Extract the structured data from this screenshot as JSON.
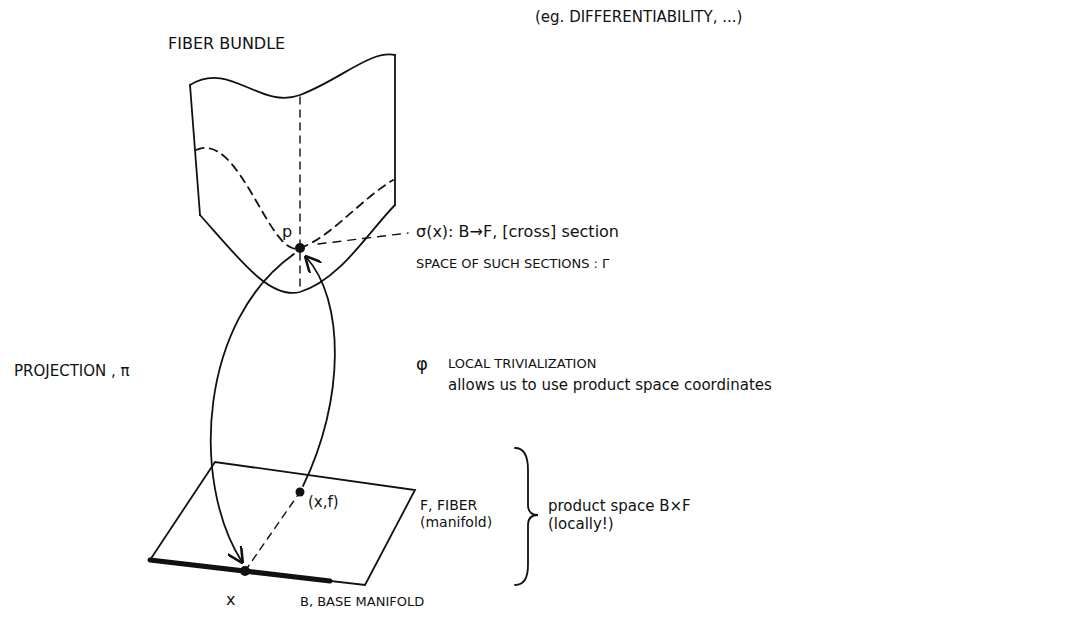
{
  "diagram": {
    "title": "FIBER BUNDLE",
    "labels": [
      "(eg. DIFFERENTIABILITY, ...)",
      "p",
      "σ(x): B→F, [cross] section",
      "SPACE OF SUCH SECTIONS : Γ",
      "PROJECTION , π",
      "φ",
      "LOCAL TRIVIALIZATION",
      "allows us to use product space coordinates",
      "(x,f)",
      "F, FIBER (manifold)",
      "product space B×F (locally!)",
      "x",
      "B, BASE MANIFOLD"
    ]
  }
}
